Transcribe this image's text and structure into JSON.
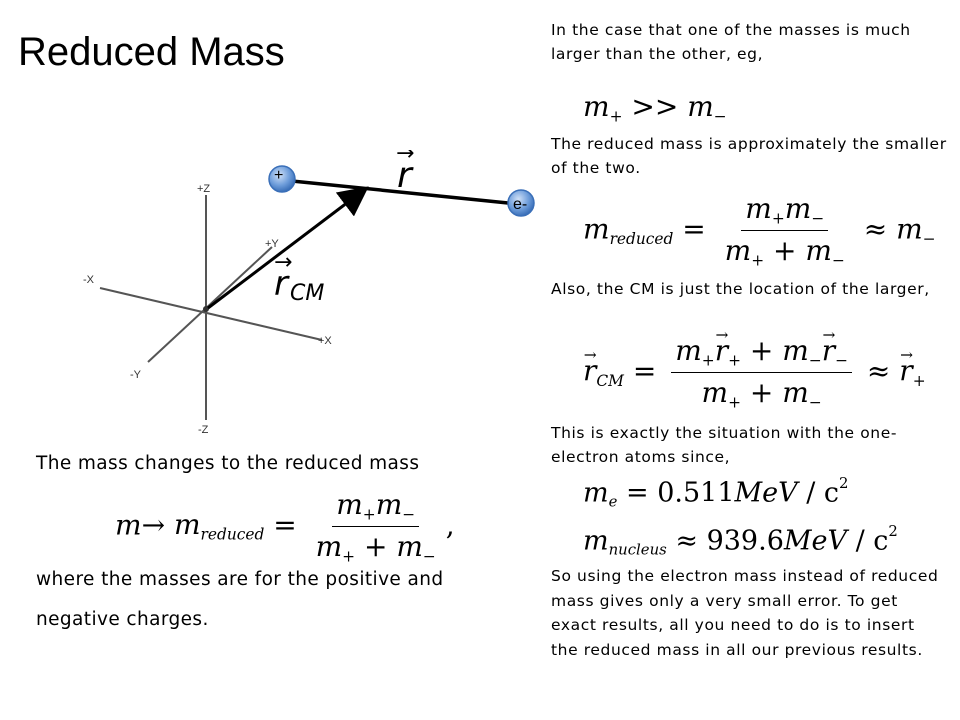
{
  "title": "Reduced Mass",
  "diagram": {
    "axes": [
      "+Z",
      "-Z",
      "+X",
      "-X",
      "+Y",
      "-Y"
    ],
    "positive_charge": "+",
    "negative_charge": "e-",
    "r_label": "r",
    "rcm_label": "r",
    "rcm_subscript": "CM"
  },
  "left_text": {
    "intro": "The mass changes to the reduced mass",
    "explanation": "where the masses are for the positive and negative charges."
  },
  "right_text": {
    "case": "In the case that one of the masses is much larger than the other, eg,",
    "approx": "The reduced mass is approximately the smaller of the two.",
    "cm": "Also, the CM is just the location of the larger,",
    "situation": "This is exactly the situation with the one-electron atoms since,",
    "conclusion": "So using the electron mass instead of reduced mass gives only a very small error.  To get exact results, all you need to do is to insert the reduced mass in all our previous results."
  },
  "equations": {
    "me_value": "= 0.511",
    "mn_value": "939.6",
    "mev": "MeV",
    "per_c": "/ c",
    "approx_sym": "≈",
    "much_greater": ">>",
    "arrow": "→",
    "comma": ","
  }
}
